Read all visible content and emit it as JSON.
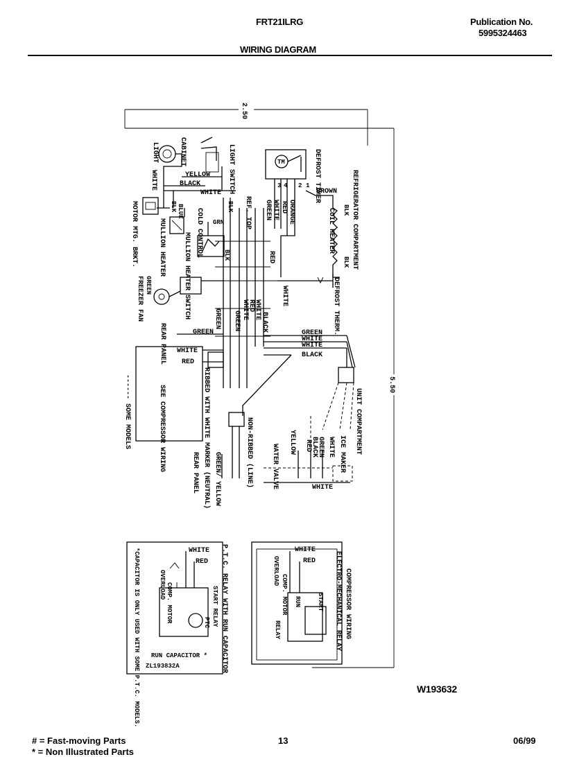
{
  "header": {
    "model": "FRT21ILRG",
    "publication_label": "Publication No.",
    "publication_number": "5995324463",
    "title": "WIRING DIAGRAM"
  },
  "diagram": {
    "dim_top": "2.50",
    "dim_side": "5.50",
    "compartments": {
      "refrigerator": "REFRIGERATOR COMPARTMENT",
      "unit": "UNIT COMPARTMENT"
    },
    "components": {
      "light": "LIGHT",
      "cabinet": "CABINET",
      "light_switch": "LIGHT SWITCH",
      "defrost_timer": "DEFROST TIMER",
      "motor_mtg_bkt": "MOTOR MTG. BRKT.",
      "mullion_heater": "MULLION HEATER",
      "mullion_heater_switch": "MULLION HEATER SWITCH",
      "cold_control": "COLD CONTROL",
      "ref_top": "REF. TOP",
      "coil_heater": "COIL HEATER",
      "defrost_therm": "DEFROST THERM.",
      "freezer_fan": "FREEZER FAN",
      "rear_panel": "REAR PANEL",
      "see_compressor": "SEE COMPRESSOR WIRING",
      "some_models": "------ SOME MODELS",
      "ribbed_neutral": "RIBBED WITH WHITE MARKER (NEUTRAL)",
      "non_ribbed_line": "NON-RIBBED (LINE)",
      "water_valve": "WATER VALVE",
      "ice_maker": "ICE MAKER",
      "rear_panel_2": "REAR PANEL",
      "green_yellow": "GREEN/ YELLOW"
    },
    "wire_colors": {
      "yellow": "YELLOW",
      "black": "BLACK",
      "white": "WHITE",
      "blue": "BLUE",
      "blk": "BLK",
      "grn": "GRN",
      "red": "RED",
      "orange": "ORANGE",
      "brown": "BROWN",
      "green": "GREEN"
    },
    "timer_terminals": [
      "1",
      "2",
      "3",
      "4"
    ],
    "timer_motor": "TM",
    "ptc_box": {
      "title": "P.T.C. RELAY WITH RUN CAPACITOR",
      "white": "WHITE",
      "red": "RED",
      "overload": "OVERLOAD",
      "comp_motor": "COMP. MOTOR",
      "relay": "START RELAY",
      "ptc": "PTC",
      "run_cap": "RUN CAPACITOR *",
      "note": "*CAPACITOR IS ONLY USED WITH SOME P.T.C. MODELS.",
      "part_no": "ZL193832A"
    },
    "em_box": {
      "title": "COMPRESSOR WIRING",
      "subtitle": "ELECTRO-MECHANICAL RELAY",
      "white": "WHITE",
      "red": "RED",
      "overload": "OVERLOAD",
      "comp_motor": "COMP. MOTOR",
      "relay": "RELAY",
      "start": "START",
      "run": "RUN"
    },
    "drawing_number": "W193632"
  },
  "footer": {
    "legend_1": "# = Fast-moving Parts",
    "legend_2": "* = Non Illustrated Parts",
    "page": "13",
    "date": "06/99"
  }
}
